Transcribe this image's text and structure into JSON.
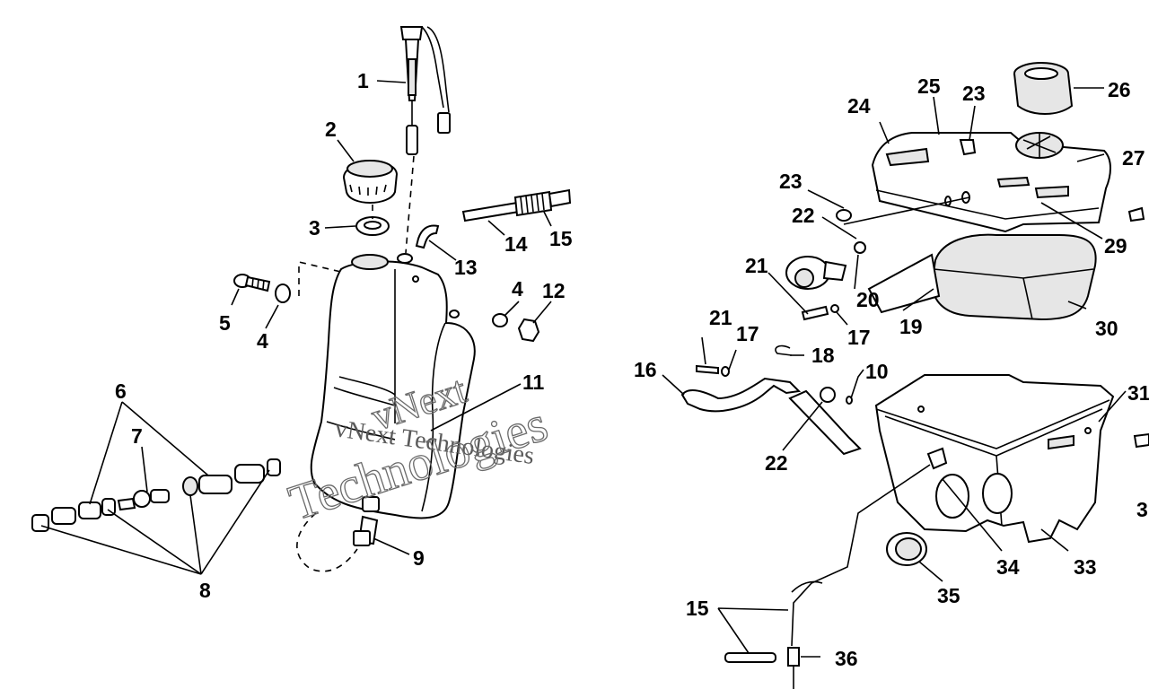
{
  "callouts": {
    "c1": "1",
    "c2": "2",
    "c3": "3",
    "c4a": "4",
    "c4b": "4",
    "c5": "5",
    "c6": "6",
    "c7": "7",
    "c8": "8",
    "c9": "9",
    "c10": "10",
    "c11": "11",
    "c12": "12",
    "c13": "13",
    "c14": "14",
    "c15a": "15",
    "c15b": "15",
    "c16": "16",
    "c17a": "17",
    "c17b": "17",
    "c18": "18",
    "c19": "19",
    "c20": "20",
    "c21a": "21",
    "c21b": "21",
    "c22a": "22",
    "c22b": "22",
    "c23a": "23",
    "c23b": "23",
    "c24": "24",
    "c25": "25",
    "c26": "26",
    "c27": "27",
    "c29": "29",
    "c30": "30",
    "c31": "31",
    "c32": "3",
    "c33": "33",
    "c34": "34",
    "c35": "35",
    "c36": "36"
  },
  "watermark": {
    "line1": "vNext Technologies",
    "line2": "vNext",
    "line3": "Technologies"
  }
}
